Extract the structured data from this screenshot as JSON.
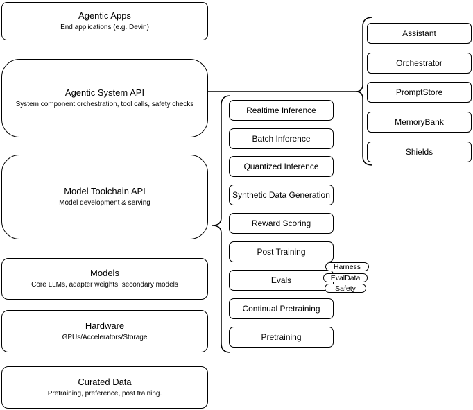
{
  "diagram": {
    "left_stack": {
      "agentic_apps": {
        "title": "Agentic Apps",
        "subtitle": "End applications (e.g. Devin)"
      },
      "agentic_system_api": {
        "title": "Agentic System API",
        "subtitle": "System component orchestration, tool calls, safety checks"
      },
      "model_toolchain_api": {
        "title": "Model Toolchain API",
        "subtitle": "Model development & serving"
      },
      "models": {
        "title": "Models",
        "subtitle": "Core LLMs, adapter weights, secondary models"
      },
      "hardware": {
        "title": "Hardware",
        "subtitle": "GPUs/Accelerators/Storage"
      },
      "curated_data": {
        "title": "Curated Data",
        "subtitle": "Pretraining, preference, post training."
      }
    },
    "toolchain_components": [
      "Realtime Inference",
      "Batch Inference",
      "Quantized Inference",
      "Synthetic Data Generation",
      "Reward Scoring",
      "Post Training",
      "Evals",
      "Continual Pretraining",
      "Pretraining"
    ],
    "eval_badges": [
      "Harness",
      "EvalData",
      "Safety"
    ],
    "system_components": [
      "Assistant",
      "Orchestrator",
      "PromptStore",
      "MemoryBank",
      "Shields"
    ],
    "colors": {
      "stroke": "#000000",
      "fill": "#ffffff",
      "text": "#000000"
    }
  }
}
